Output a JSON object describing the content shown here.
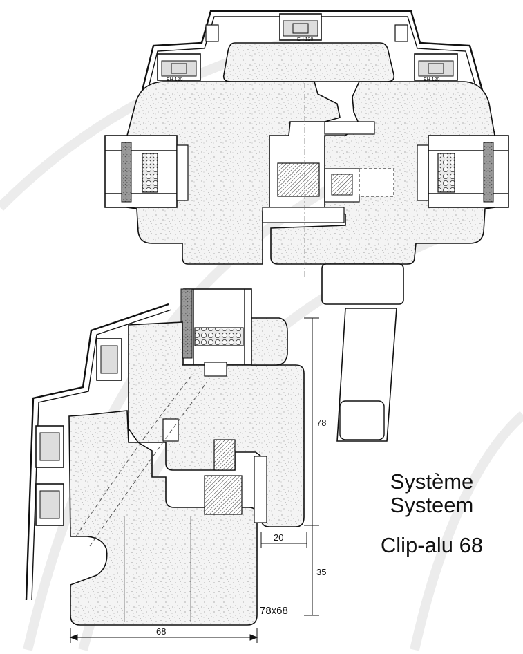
{
  "title": {
    "line1": "Système",
    "line2": "Systeem",
    "line3": "Clip-alu 68"
  },
  "section_label": "78x68",
  "gasket_labels": [
    "EH 120",
    "EH 120",
    "EH 120"
  ],
  "dimensions": {
    "height_total": "78",
    "rebate": "35",
    "offset": "20",
    "width": "68"
  }
}
